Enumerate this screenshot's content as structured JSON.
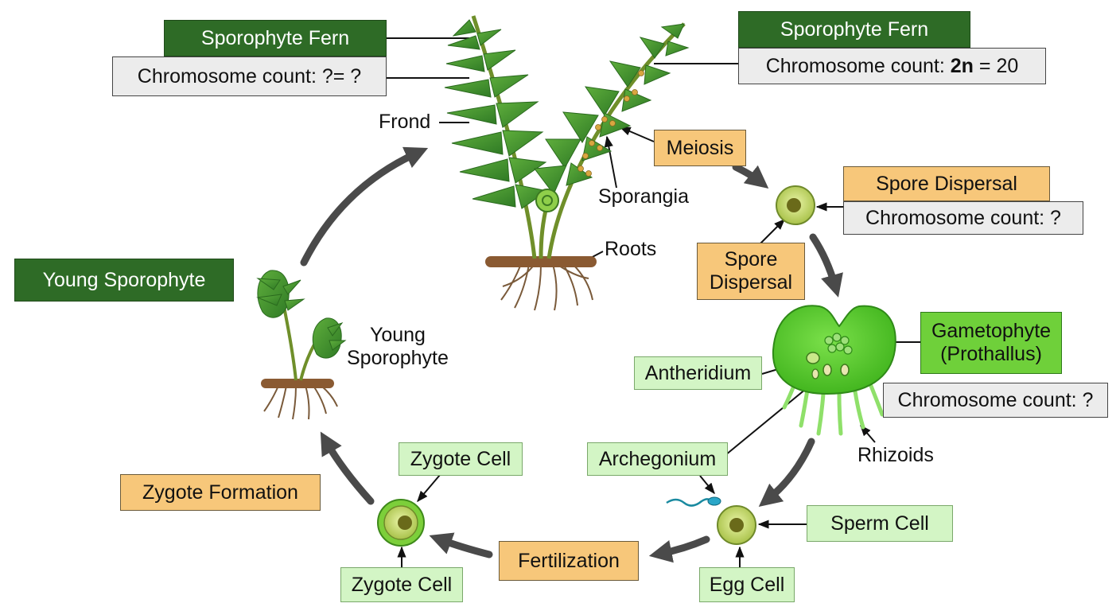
{
  "labels": {
    "sporophyte_fern_left": "Sporophyte Fern",
    "chromosome_left": "Chromosome count: ?= ?",
    "sporophyte_fern_right": "Sporophyte Fern",
    "chromosome_right_prefix": "Chromosome count: ",
    "chromosome_right_n": "2n",
    "chromosome_right_suffix": " = 20",
    "frond": "Frond",
    "sporangia": "Sporangia",
    "roots": "Roots",
    "meiosis": "Meiosis",
    "spore_dispersal_top": "Spore Dispersal",
    "chromosome_spore": "Chromosome count: ?",
    "spore_dispersal_line1": "Spore",
    "spore_dispersal_line2": "Dispersal",
    "gametophyte_line1": "Gametophyte",
    "gametophyte_line2": "(Prothallus)",
    "chromosome_gametophyte": "Chromosome count: ?",
    "antheridium": "Antheridium",
    "archegonium": "Archegonium",
    "rhizoids": "Rhizoids",
    "sperm_cell": "Sperm Cell",
    "egg_cell": "Egg Cell",
    "fertilization": "Fertilization",
    "zygote_cell_top": "Zygote Cell",
    "zygote_cell_bottom": "Zygote Cell",
    "zygote_formation": "Zygote Formation",
    "young_sporophyte_box": "Young Sporophyte",
    "young_sporophyte_line1": "Young",
    "young_sporophyte_line2": "Sporophyte"
  },
  "colors": {
    "dark_green_box": "#2e6b26",
    "orange_box": "#f7c77a",
    "gray_box": "#ececec",
    "light_green_box": "#d3f5c5",
    "bright_green_box": "#6fd03a",
    "arrow": "#4a4a4a"
  }
}
